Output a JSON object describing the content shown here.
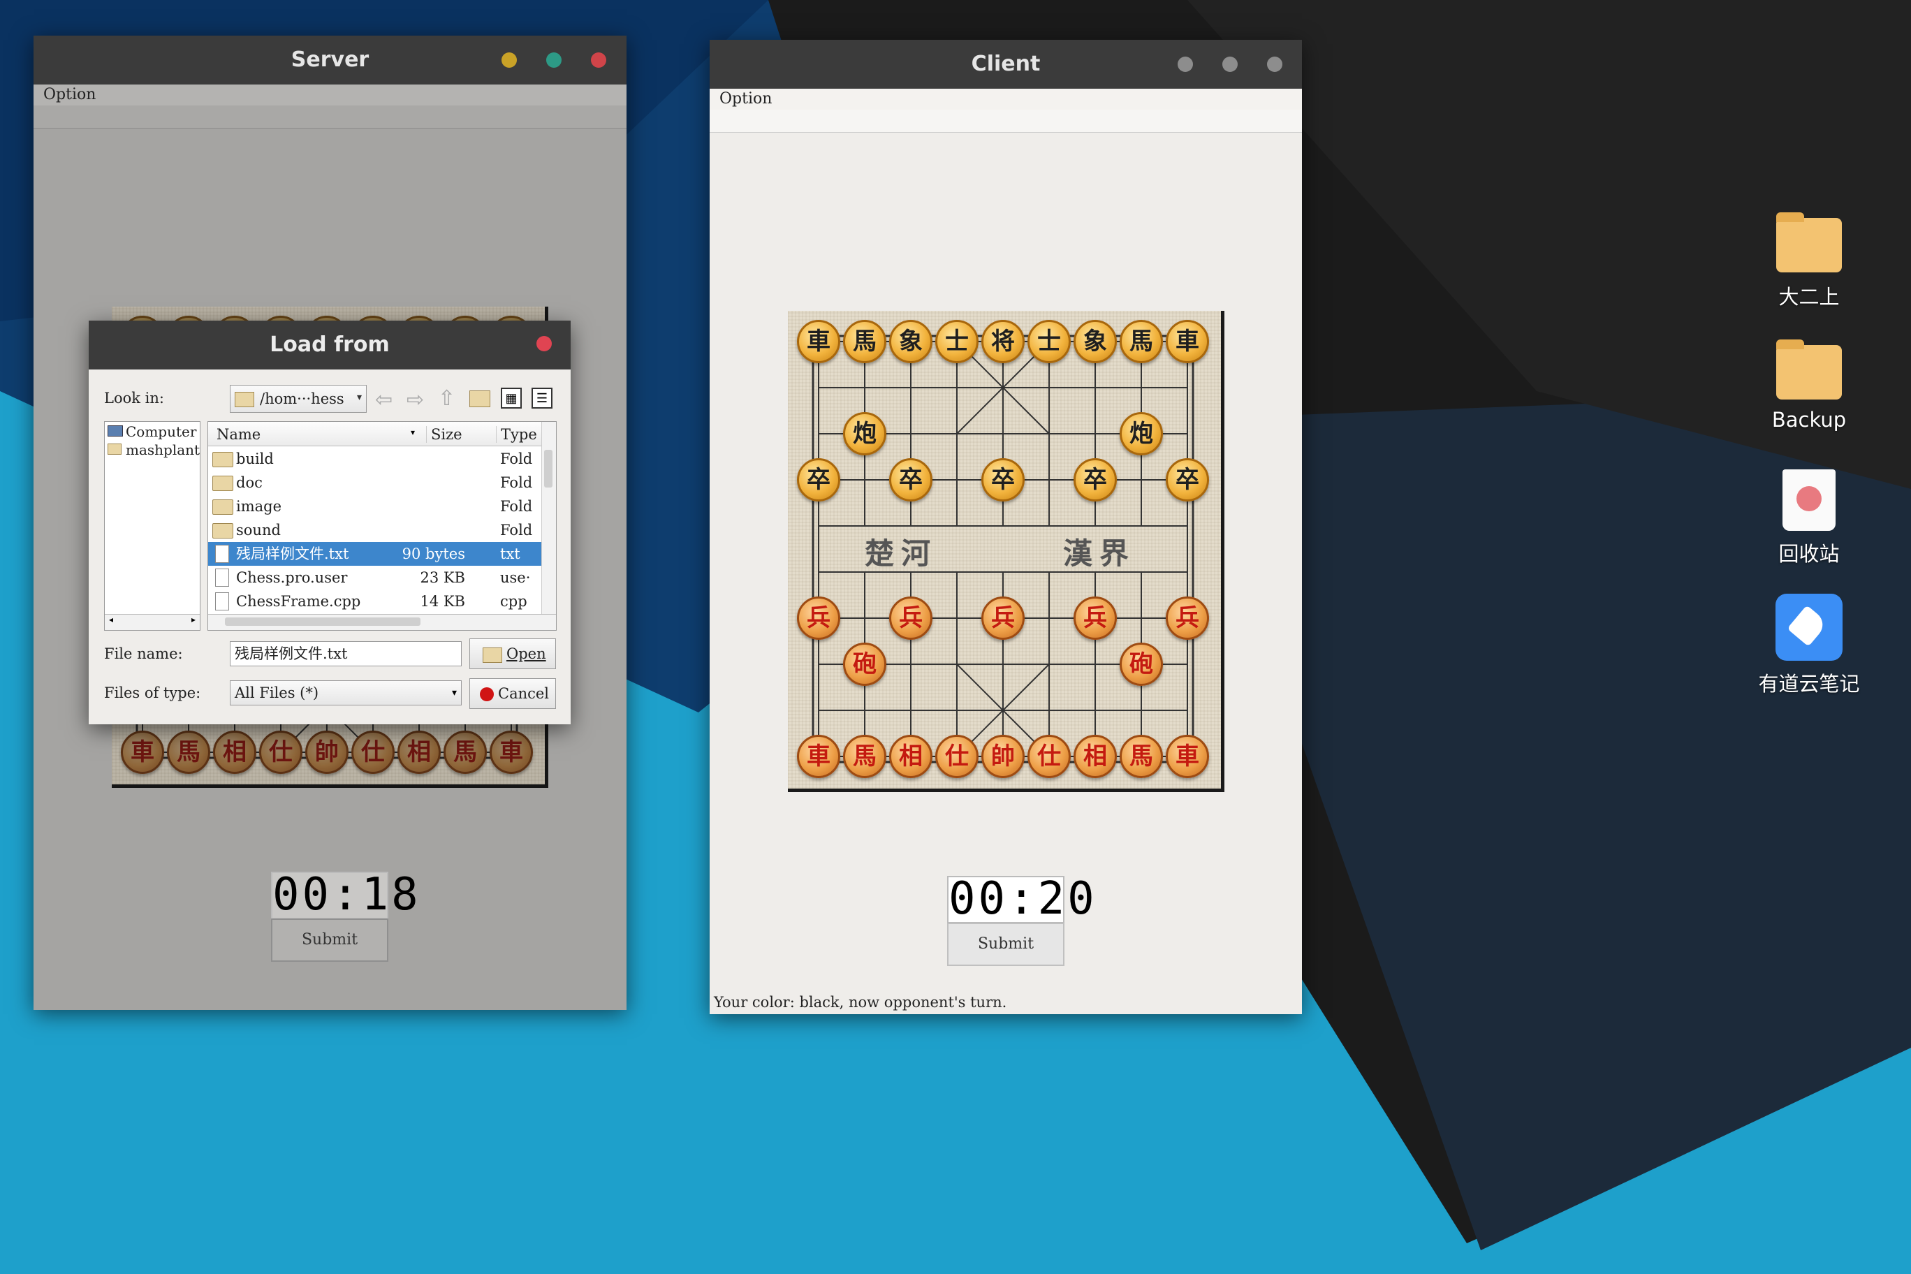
{
  "server": {
    "title": "Server",
    "menu_label": "Option",
    "timer": "00:18",
    "submit_label": "Submit"
  },
  "client": {
    "title": "Client",
    "menu_label": "Option",
    "timer": "00:20",
    "submit_label": "Submit",
    "status": "Your color: black, now opponent's turn."
  },
  "board": {
    "black_back": [
      "車",
      "馬",
      "象",
      "士",
      "将",
      "士",
      "象",
      "馬",
      "車"
    ],
    "black_cannon": "炮",
    "black_soldier": "卒",
    "red_back": [
      "車",
      "馬",
      "相",
      "仕",
      "帥",
      "仕",
      "相",
      "馬",
      "車"
    ],
    "red_cannon": "砲",
    "red_soldier": "兵",
    "river_left": "楚河",
    "river_right": "漢界"
  },
  "dialog": {
    "title": "Load from",
    "look_in_label": "Look in:",
    "look_in_value": "/hom···hess",
    "places": [
      "Computer",
      "mashplant"
    ],
    "columns": {
      "name": "Name",
      "size": "Size",
      "type": "Type"
    },
    "rows": [
      {
        "name": "build",
        "size": "",
        "type": "Fold",
        "kind": "folder"
      },
      {
        "name": "doc",
        "size": "",
        "type": "Fold",
        "kind": "folder"
      },
      {
        "name": "image",
        "size": "",
        "type": "Fold",
        "kind": "folder"
      },
      {
        "name": "sound",
        "size": "",
        "type": "Fold",
        "kind": "folder"
      },
      {
        "name": "残局样例文件.txt",
        "size": "90 bytes",
        "type": "txt",
        "kind": "file",
        "selected": true
      },
      {
        "name": "Chess.pro.user",
        "size": "23 KB",
        "type": "use·",
        "kind": "file"
      },
      {
        "name": "ChessFrame.cpp",
        "size": "14 KB",
        "type": "cpp",
        "kind": "file"
      }
    ],
    "file_name_label": "File name:",
    "file_name_value": "残局样例文件.txt",
    "file_type_label": "Files of type:",
    "file_type_value": "All Files (*)",
    "open_label": "Open",
    "cancel_label": "Cancel"
  },
  "desktop_icons": [
    {
      "label": "大二上",
      "icon": "folder-icon"
    },
    {
      "label": "Backup",
      "icon": "folder-icon"
    },
    {
      "label": "回收站",
      "icon": "trash-icon"
    },
    {
      "label": "有道云笔记",
      "icon": "note-app-icon"
    }
  ],
  "colors": {
    "titlebar": "#3b3b3b",
    "selection": "#3d86cc",
    "server_bg": "#a5a4a2",
    "client_bg": "#efedea",
    "btn_yellow": "#c9a227",
    "btn_green": "#2d9a86",
    "btn_red": "#d04449"
  }
}
